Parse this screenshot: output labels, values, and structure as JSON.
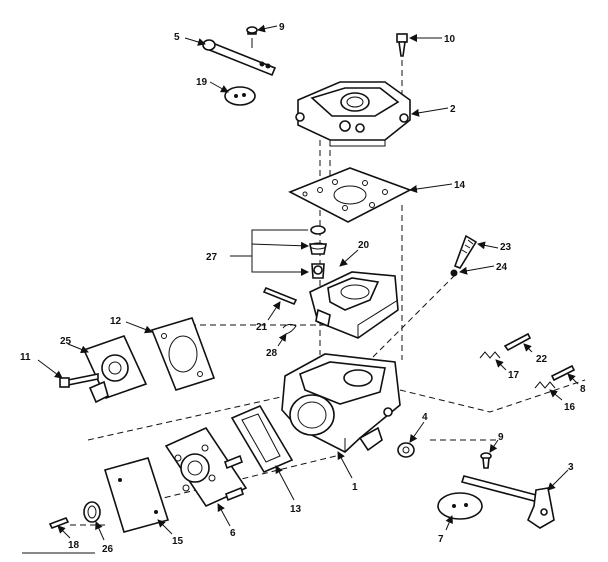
{
  "callouts": [
    {
      "id": "c1",
      "text": "1"
    },
    {
      "id": "c2",
      "text": "2"
    },
    {
      "id": "c3",
      "text": "3"
    },
    {
      "id": "c4",
      "text": "4"
    },
    {
      "id": "c5a",
      "text": "5"
    },
    {
      "id": "c6",
      "text": "6"
    },
    {
      "id": "c7",
      "text": "7"
    },
    {
      "id": "c8",
      "text": "8"
    },
    {
      "id": "c9a",
      "text": "9"
    },
    {
      "id": "c9b",
      "text": "9"
    },
    {
      "id": "c10",
      "text": "10"
    },
    {
      "id": "c11",
      "text": "11"
    },
    {
      "id": "c12",
      "text": "12"
    },
    {
      "id": "c13",
      "text": "13"
    },
    {
      "id": "c14",
      "text": "14"
    },
    {
      "id": "c15",
      "text": "15"
    },
    {
      "id": "c16",
      "text": "16"
    },
    {
      "id": "c17",
      "text": "17"
    },
    {
      "id": "c18",
      "text": "18"
    },
    {
      "id": "c19",
      "text": "19"
    },
    {
      "id": "c20",
      "text": "20"
    },
    {
      "id": "c21",
      "text": "21"
    },
    {
      "id": "c22",
      "text": "22"
    },
    {
      "id": "c23",
      "text": "23"
    },
    {
      "id": "c24",
      "text": "24"
    },
    {
      "id": "c25",
      "text": "25"
    },
    {
      "id": "c26",
      "text": "26"
    },
    {
      "id": "c27",
      "text": "27"
    },
    {
      "id": "c28",
      "text": "28"
    }
  ]
}
